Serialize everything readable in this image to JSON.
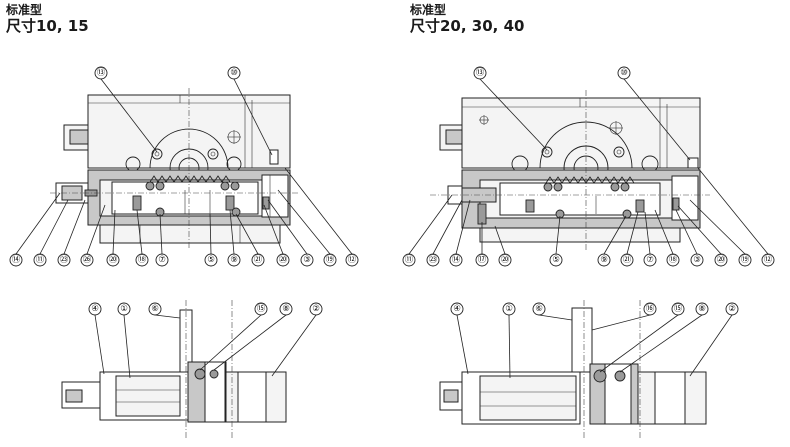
{
  "headings": {
    "left": {
      "type_label": "标准型",
      "size_label": "尺寸10, 15"
    },
    "right": {
      "type_label": "标准型",
      "size_label": "尺寸20, 30, 40"
    }
  },
  "callouts": {
    "left_top": [
      "⑬",
      "⑩",
      "⑭",
      "⑪",
      "㉓",
      "㉖",
      "⑳",
      "⑱",
      "⑦",
      "⑤",
      "⑨",
      "㉑",
      "⑳",
      "③",
      "⑲",
      "⑫"
    ],
    "left_bottom": [
      "④",
      "①",
      "⑥",
      "⑮",
      "⑧",
      "②"
    ],
    "right_top": [
      "⑬",
      "⑩",
      "⑪",
      "㉓",
      "⑭",
      "⑰",
      "⑳",
      "⑤",
      "⑨",
      "㉑",
      "⑦",
      "⑱",
      "③",
      "⑳",
      "⑲",
      "⑫"
    ],
    "right_bottom": [
      "④",
      "①",
      "⑥",
      "⑯",
      "⑮",
      "⑧",
      "②"
    ]
  },
  "colors": {
    "line": "#222222",
    "section_fill": "#c8c8c8",
    "body_fill": "#f4f4f4"
  }
}
